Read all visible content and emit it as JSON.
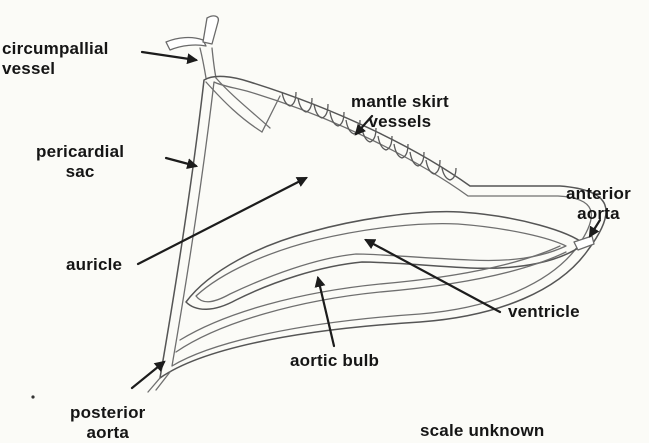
{
  "diagram": {
    "labels": {
      "circumpallial_vessel": [
        "circumpallial",
        "vessel"
      ],
      "mantle_skirt_vessels": [
        "mantle skirt",
        "vessels"
      ],
      "pericardial_sac": [
        "pericardial",
        "sac"
      ],
      "anterior_aorta": [
        "anterior",
        "aorta"
      ],
      "auricle": "auricle",
      "ventricle": "ventricle",
      "aortic_bulb": "aortic bulb",
      "posterior_aorta": [
        "posterior",
        "aorta"
      ],
      "scale": "scale unknown"
    }
  }
}
